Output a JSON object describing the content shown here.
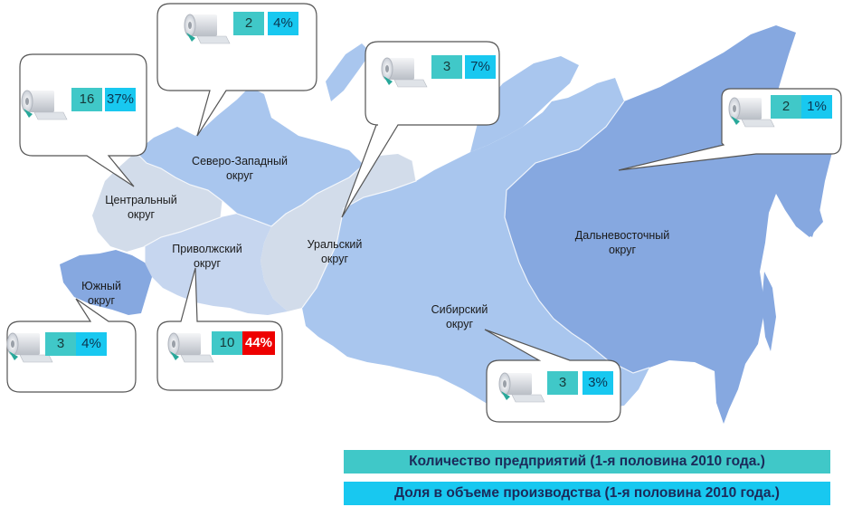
{
  "colors": {
    "count_box": "#40c8c8",
    "share_box": "#18c8f0",
    "highlight_share": "#ee0000",
    "region_light": "#d2dcea",
    "region_mid": "#a9c6ee",
    "region_dark": "#86a8e0"
  },
  "regions": [
    {
      "key": "nw",
      "name": "Северо-Западный округ",
      "line1": "Северо-Западный",
      "line2": "округ",
      "count": "2",
      "share": "4%"
    },
    {
      "key": "central",
      "name": "Центральный округ",
      "line1": "Центральный",
      "line2": "округ",
      "count": "16",
      "share": "37%"
    },
    {
      "key": "south",
      "name": "Южный округ",
      "line1": "Южный",
      "line2": "округ",
      "count": "3",
      "share": "4%"
    },
    {
      "key": "volga",
      "name": "Приволжский округ",
      "line1": "Приволжский",
      "line2": "округ",
      "count": "10",
      "share": "44%"
    },
    {
      "key": "ural",
      "name": "Уральский округ",
      "line1": "Уральский",
      "line2": "округ",
      "count": "3",
      "share": "7%"
    },
    {
      "key": "siberia",
      "name": "Сибирский округ",
      "line1": "Сибирский",
      "line2": "округ",
      "count": "3",
      "share": "3%"
    },
    {
      "key": "fareast",
      "name": "Дальневосточный округ",
      "line1": "Дальневосточный",
      "line2": "округ",
      "count": "2",
      "share": "1%"
    }
  ],
  "icon": "paper-roll-icon",
  "legend": {
    "count_label": "Количество предприятий (1-я половина 2010 года.)",
    "share_label": "Доля в объеме производства (1-я половина 2010 года.)"
  }
}
